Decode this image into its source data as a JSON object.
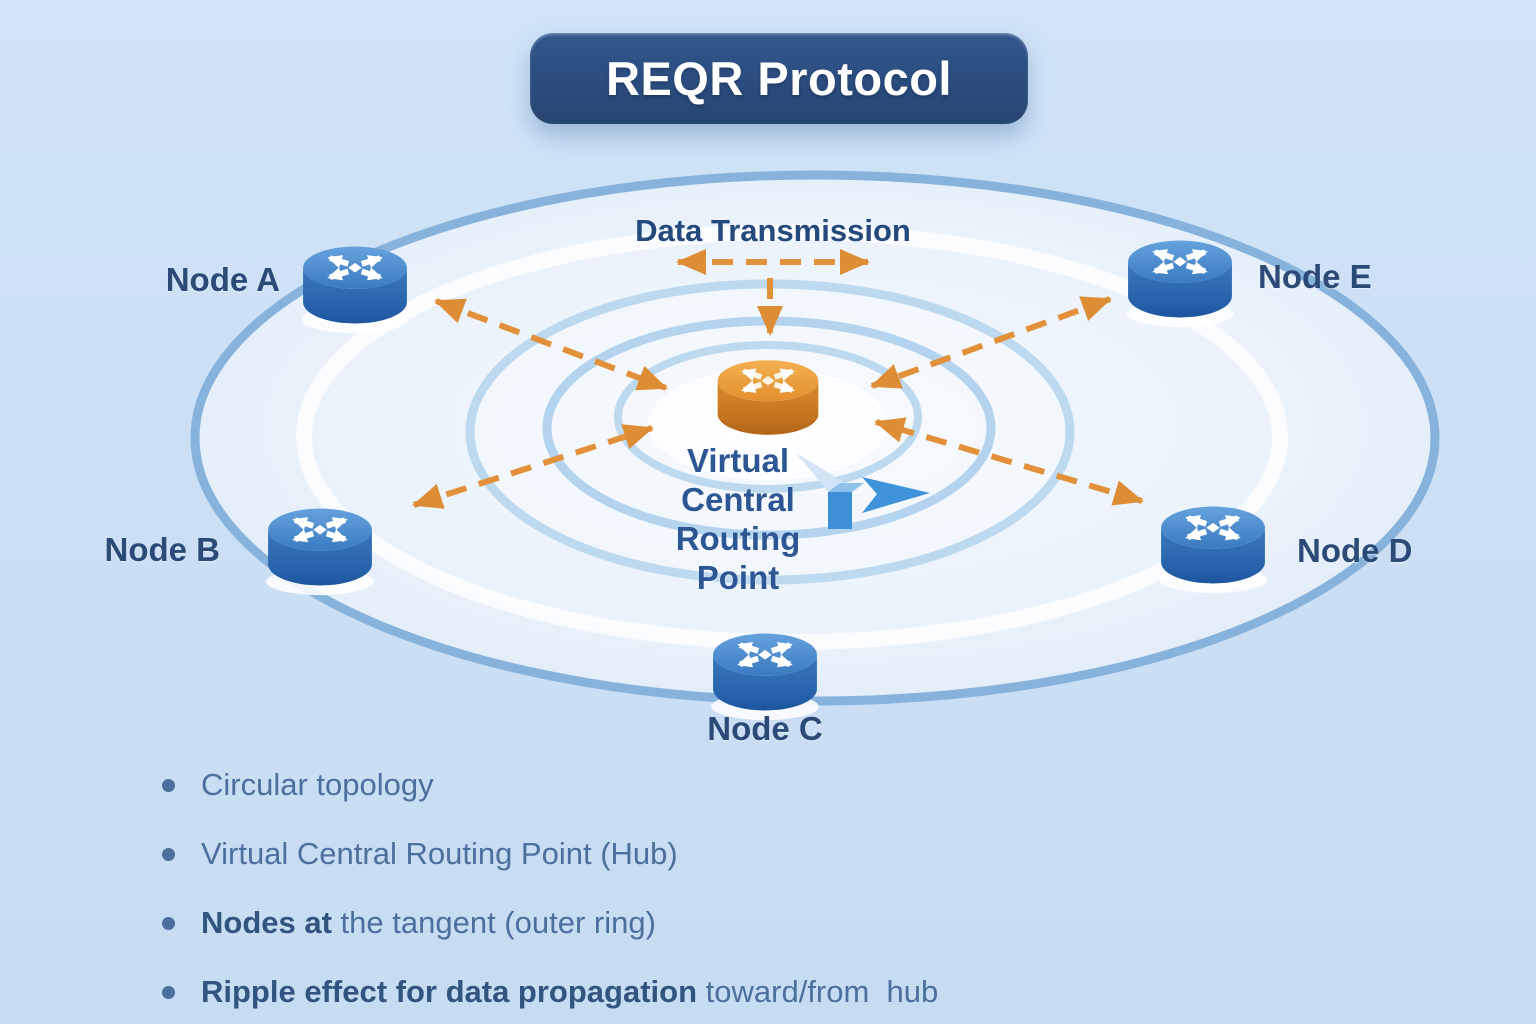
{
  "title": "REQR Protocol",
  "diagram": {
    "transmission_label": "Data Transmission",
    "hub_label": "Virtual\nCentral\nRouting\nPoint",
    "nodes": [
      {
        "id": "A",
        "label": "Node A"
      },
      {
        "id": "B",
        "label": "Node B"
      },
      {
        "id": "C",
        "label": "Node C"
      },
      {
        "id": "D",
        "label": "Node D"
      },
      {
        "id": "E",
        "label": "Node E"
      }
    ]
  },
  "legend": {
    "items": [
      {
        "bold": "",
        "rest": "Circular topology"
      },
      {
        "bold": "",
        "rest": "Virtual Central Routing Point (Hub)"
      },
      {
        "bold": "Nodes at",
        "rest": " the tangent (outer ring)"
      },
      {
        "bold": "Ripple effect for data propagation",
        "rest": " toward/from  hub"
      }
    ]
  },
  "colors": {
    "background": "#cce0f5",
    "banner": "#2a4b7d",
    "ring_outer_stroke": "#86b2dc",
    "ring_inner_stroke": "#b5d4ee",
    "arrow_orange": "#e2913a",
    "node_blue": "#3c7cc2",
    "hub_orange": "#e59230",
    "label_navy": "#2b4a77",
    "legend_text": "#4c6f9e"
  }
}
